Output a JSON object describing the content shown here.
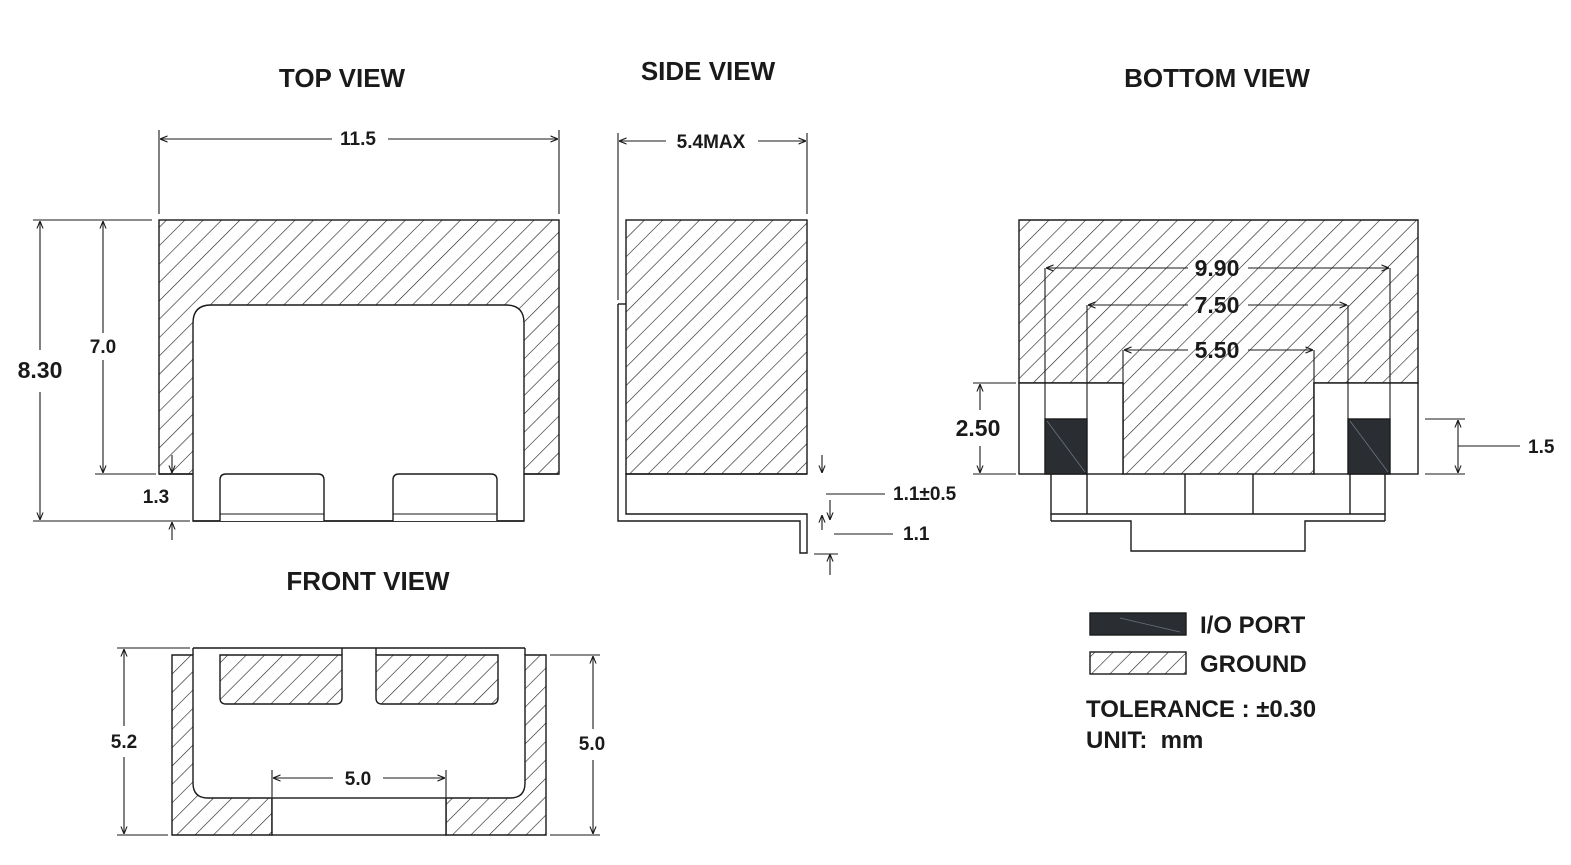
{
  "views": {
    "top": {
      "title": "TOP VIEW",
      "width": "11.5",
      "overall_height": "8.30",
      "body_height": "7.0",
      "lead_offset": "1.3"
    },
    "side": {
      "title": "SIDE VIEW",
      "width": "5.4MAX",
      "lead_gap": "1.1±0.5",
      "lead_thickness": "1.1"
    },
    "front": {
      "title": "FRONT VIEW",
      "left_height": "5.2",
      "right_height": "5.0",
      "gap_width": "5.0"
    },
    "bottom": {
      "title": "BOTTOM VIEW",
      "pitch_outer": "9.90",
      "pitch_middle": "7.50",
      "pitch_inner": "5.50",
      "pad_height": "2.50",
      "port_height": "1.5"
    }
  },
  "legend": {
    "io_port": "I/O PORT",
    "ground": "GROUND"
  },
  "notes": {
    "tolerance": "TOLERANCE : ±0.30",
    "unit": "UNIT:  mm"
  },
  "colors": {
    "line": "#1a1a1a",
    "port_fill": "#2a2e33",
    "background": "#ffffff"
  }
}
